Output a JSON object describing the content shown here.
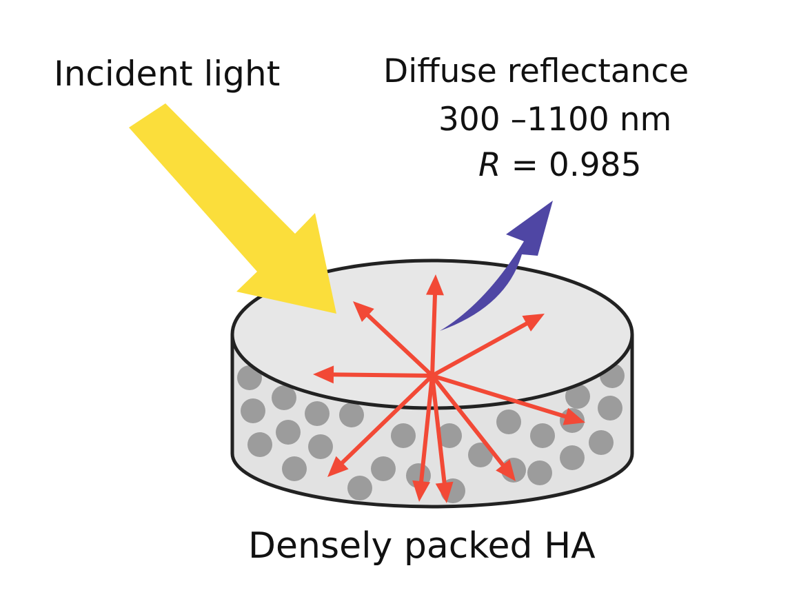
{
  "labels": {
    "incident": "Incident light",
    "diffuse_title": "Diffuse reflectance",
    "wavelength_range": "300 –1100 nm",
    "reflectance_symbol": "R",
    "reflectance_value": " = 0.985",
    "sample": "Densely packed HA"
  },
  "colors": {
    "incident_arrow": "#fbde3b",
    "reflected_arrow": "#4f46a4",
    "scatter_arrows": "#f24936",
    "disc_top": "#e7e7e7",
    "disc_side": "#e2e2e2",
    "particles": "#9c9c9c",
    "outline": "#222222"
  }
}
